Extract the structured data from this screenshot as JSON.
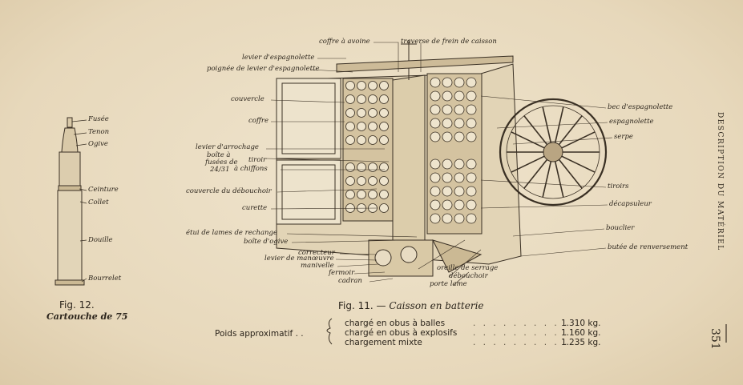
{
  "cartridge_labels": [
    {
      "key": "fusee",
      "text": "Fusée"
    },
    {
      "key": "tenon",
      "text": "Tenon"
    },
    {
      "key": "ogive",
      "text": "Ogive"
    },
    {
      "key": "ceinture",
      "text": "Ceinture"
    },
    {
      "key": "collet",
      "text": "Collet"
    },
    {
      "key": "douille",
      "text": "Douille"
    },
    {
      "key": "bourrelet",
      "text": "Bourrelet"
    }
  ],
  "figure12": {
    "number": "Fig. 12.",
    "title": "Cartouche de 75"
  },
  "caisson_labels": [
    {
      "key": "coffre_avoine",
      "text": "coffre à avoine"
    },
    {
      "key": "traverse",
      "text": "traverse de frein de caisson"
    },
    {
      "key": "levier_espagnolette",
      "text": "levier d'espagnolette"
    },
    {
      "key": "poignee",
      "text": "poignée de levier d'espagnolette"
    },
    {
      "key": "couvercle",
      "text": "couvercle"
    },
    {
      "key": "coffre",
      "text": "coffre"
    },
    {
      "key": "levier_arrochage",
      "text": "levier d'arrochage"
    },
    {
      "key": "boite_fusees_1",
      "text": "boîte à"
    },
    {
      "key": "boite_fusees_2",
      "text": "fusées de"
    },
    {
      "key": "boite_fusees_3",
      "text": "24/31"
    },
    {
      "key": "tiroir_chiffons_1",
      "text": "tiroir"
    },
    {
      "key": "tiroir_chiffons_2",
      "text": "à chiffons"
    },
    {
      "key": "couvercle_debouchoir",
      "text": "couvercle du débouchoir"
    },
    {
      "key": "curette",
      "text": "curette"
    },
    {
      "key": "etui_lames",
      "text": "étui de lames de rechange"
    },
    {
      "key": "boite_ogive",
      "text": "boîte d'ogive"
    },
    {
      "key": "correcteur",
      "text": "correcteur"
    },
    {
      "key": "levier_manoeuvre",
      "text": "levier de manœuvre"
    },
    {
      "key": "manivelle",
      "text": "manivelle"
    },
    {
      "key": "fermoir",
      "text": "fermoir"
    },
    {
      "key": "cadran",
      "text": "cadran"
    },
    {
      "key": "oreille_serrage",
      "text": "oreille de serrage"
    },
    {
      "key": "debouchoir",
      "text": "débouchoir"
    },
    {
      "key": "porte_lame",
      "text": "porte lame"
    },
    {
      "key": "bec_espagnolette",
      "text": "bec d'espagnolette"
    },
    {
      "key": "espagnolette",
      "text": "espagnolette"
    },
    {
      "key": "serpe",
      "text": "serpe"
    },
    {
      "key": "tiroirs",
      "text": "tiroirs"
    },
    {
      "key": "decapsuleur",
      "text": "décapsuleur"
    },
    {
      "key": "bouclier",
      "text": "bouclier"
    },
    {
      "key": "butee",
      "text": "butée de renversement"
    }
  ],
  "figure11": {
    "number": "Fig. 11. —",
    "title": "Caisson en batterie"
  },
  "weights": {
    "label": "Poids approximatif . .",
    "rows": [
      {
        "name": "chargé en obus à balles",
        "dots": ". . . . . . . . . .",
        "value": "1.310 kg."
      },
      {
        "name": "chargé en obus à explosifs",
        "dots": ". . . . . . . . . .",
        "value": "1.160 kg."
      },
      {
        "name": "chargement mixte",
        "dots": ". . . . . . . . . . .",
        "value": "1.235 kg."
      }
    ]
  },
  "running_head": "DESCRIPTION DU MATÉRIEL",
  "page_number": "351"
}
